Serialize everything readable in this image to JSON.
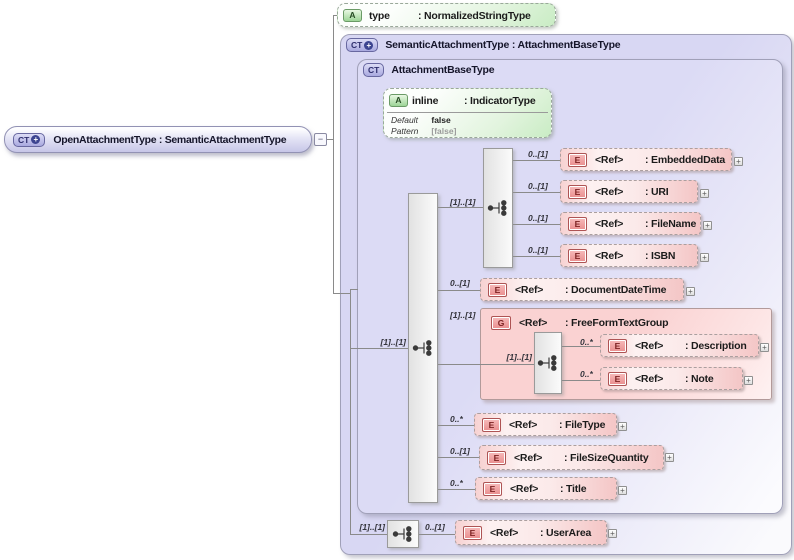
{
  "root": {
    "badge": "CT",
    "plus": "+",
    "label": "OpenAttachmentType : SemanticAttachmentType"
  },
  "outer_frame": {
    "badge": "CT",
    "plus": "+",
    "label": "SemanticAttachmentType : AttachmentBaseType"
  },
  "inner_frame": {
    "badge": "CT",
    "label": "AttachmentBaseType"
  },
  "attr_type": {
    "badge": "A",
    "name": "type",
    "type": ": NormalizedStringType"
  },
  "attr_inline": {
    "badge": "A",
    "name": "inline",
    "type": ": IndicatorType",
    "facets": {
      "default_label": "Default",
      "default_value": "false",
      "pattern_label": "Pattern",
      "pattern_value": "[false]"
    }
  },
  "cards": {
    "top": "[1]..[1]",
    "main": "[1]..[1]",
    "ffg_inner": "[1]..[1]",
    "bottom": "[1]..[1]"
  },
  "elements": {
    "embedded_data": {
      "badge": "E",
      "card": "0..[1]",
      "ref": "<Ref>",
      "type": ": EmbeddedData"
    },
    "uri": {
      "badge": "E",
      "card": "0..[1]",
      "ref": "<Ref>",
      "type": ": URI"
    },
    "file_name": {
      "badge": "E",
      "card": "0..[1]",
      "ref": "<Ref>",
      "type": ": FileName"
    },
    "isbn": {
      "badge": "E",
      "card": "0..[1]",
      "ref": "<Ref>",
      "type": ": ISBN"
    },
    "document_date_time": {
      "badge": "E",
      "card": "0..[1]",
      "ref": "<Ref>",
      "type": ": DocumentDateTime"
    },
    "free_form_text_group": {
      "badge": "G",
      "card": "[1]..[1]",
      "ref": "<Ref>",
      "type": ": FreeFormTextGroup"
    },
    "description": {
      "badge": "E",
      "card": "0..*",
      "ref": "<Ref>",
      "type": ": Description"
    },
    "note": {
      "badge": "E",
      "card": "0..*",
      "ref": "<Ref>",
      "type": ": Note"
    },
    "file_type": {
      "badge": "E",
      "card": "0..*",
      "ref": "<Ref>",
      "type": ": FileType"
    },
    "file_size_quantity": {
      "badge": "E",
      "card": "0..[1]",
      "ref": "<Ref>",
      "type": ": FileSizeQuantity"
    },
    "title": {
      "badge": "E",
      "card": "0..*",
      "ref": "<Ref>",
      "type": ": Title"
    },
    "user_area": {
      "badge": "E",
      "card": "0..[1]",
      "ref": "<Ref>",
      "type": ": UserArea"
    }
  },
  "ui": {
    "plus": "+",
    "collapse": "−"
  },
  "colors": {
    "frame_fill": "#d8d7f3",
    "attr_fill": "#d5efd0",
    "element_fill": "#f6caca",
    "badge_ct": "#b0b0e2",
    "badge_a": "#a8d8a2",
    "badge_e": "#ee9a9a",
    "line": "#8a8a8a"
  }
}
